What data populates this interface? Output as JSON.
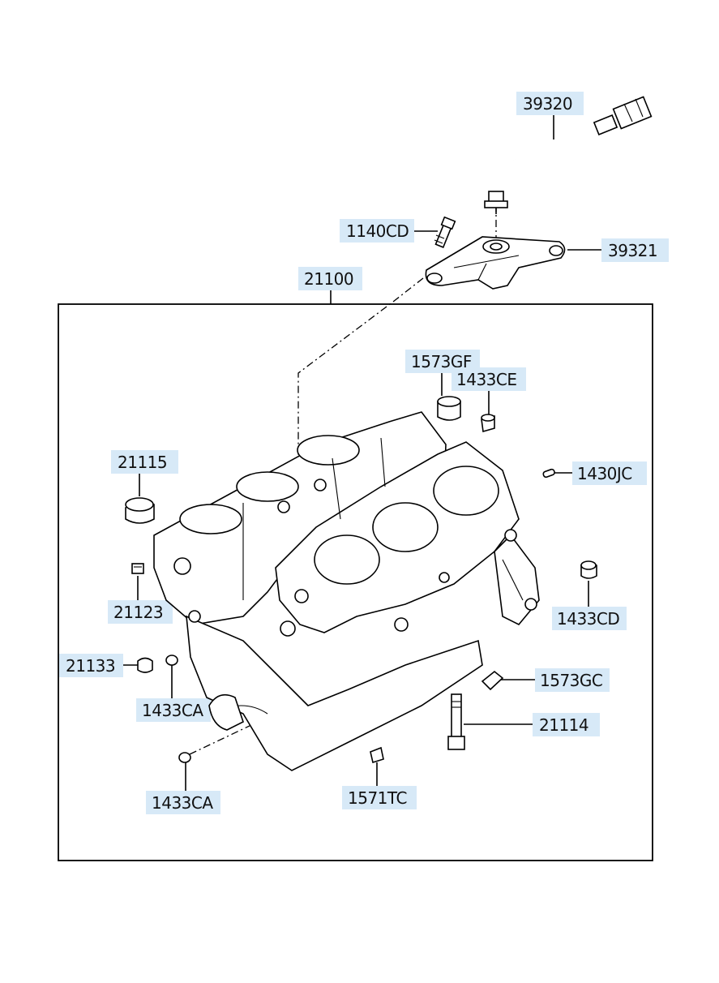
{
  "callouts": {
    "p39320": "39320",
    "p1140CD": "1140CD",
    "p39321": "39321",
    "p21100": "21100",
    "p1573GF": "1573GF",
    "p1433CE": "1433CE",
    "p21115": "21115",
    "p1430JC": "1430JC",
    "p21123": "21123",
    "p1433CD": "1433CD",
    "p21133": "21133",
    "p1573GC": "1573GC",
    "p1433CA_a": "1433CA",
    "p21114": "21114",
    "p1433CA_b": "1433CA",
    "p1571TC": "1571TC"
  },
  "colors": {
    "label_background": "#d7e9f7",
    "line": "#000000"
  }
}
